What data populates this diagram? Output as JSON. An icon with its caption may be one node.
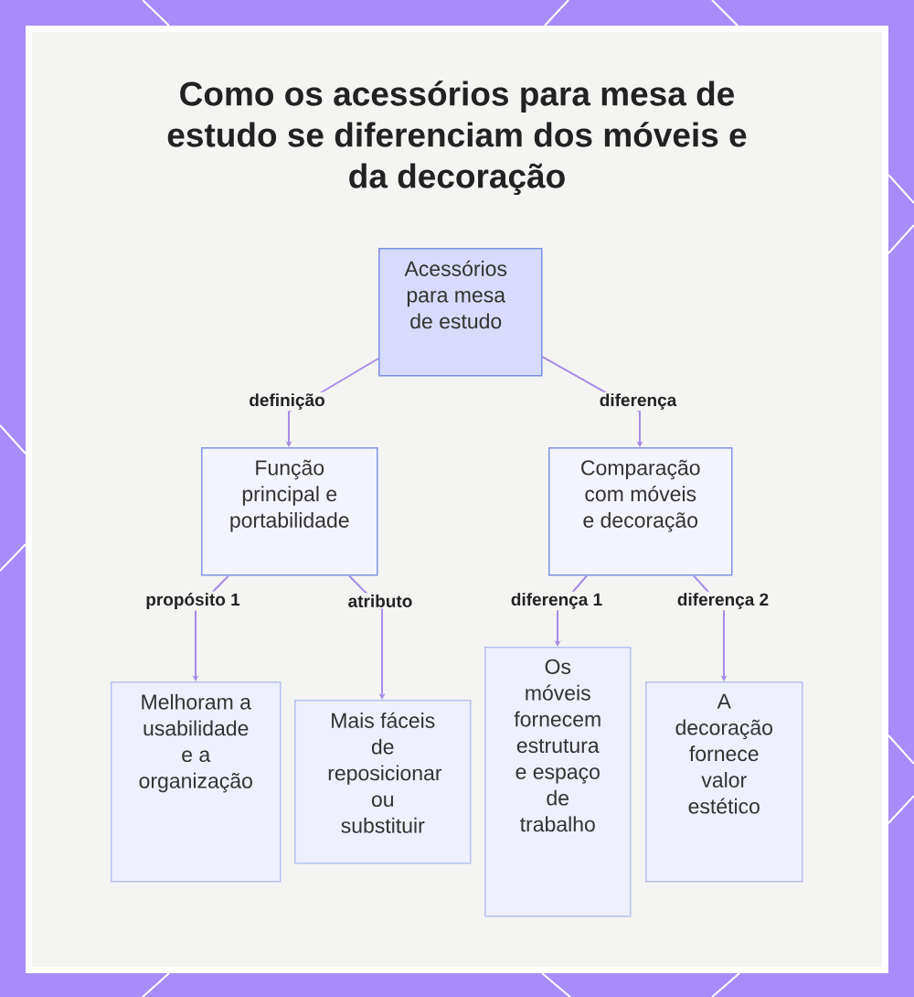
{
  "diagram": {
    "title": "Como os acessórios para mesa de estudo se diferenciam dos móveis e da decoração",
    "nodes": [
      {
        "text": [
          "Acessórios para mesa de estudo"
        ]
      },
      {
        "text": [
          "Função principal e portabilidade"
        ]
      },
      {
        "text": [
          "Comparação com móveis e decoração"
        ]
      },
      {
        "text": [
          "Melhoram a usabilidade e a organização"
        ]
      },
      {
        "text": [
          "Mais fáceis de reposicionar ou substituir"
        ]
      },
      {
        "text": [
          "Os móveis fornecem estrutura e espaço de trabalho"
        ]
      },
      {
        "text": [
          "A decoração fornece valor estético"
        ]
      }
    ],
    "edges": [
      {
        "from": 0,
        "to": 1,
        "arrow": "to",
        "label": "definição"
      },
      {
        "from": 0,
        "to": 2,
        "arrow": "to",
        "label": "diferença"
      },
      {
        "from": 1,
        "to": 3,
        "arrow": "to",
        "label": "propósito 1"
      },
      {
        "from": 1,
        "to": 4,
        "arrow": "to",
        "label": "atributo"
      },
      {
        "from": 2,
        "to": 5,
        "arrow": "to",
        "label": "diferença 1"
      },
      {
        "from": 2,
        "to": 6,
        "arrow": "to",
        "label": "diferença 2"
      }
    ]
  }
}
